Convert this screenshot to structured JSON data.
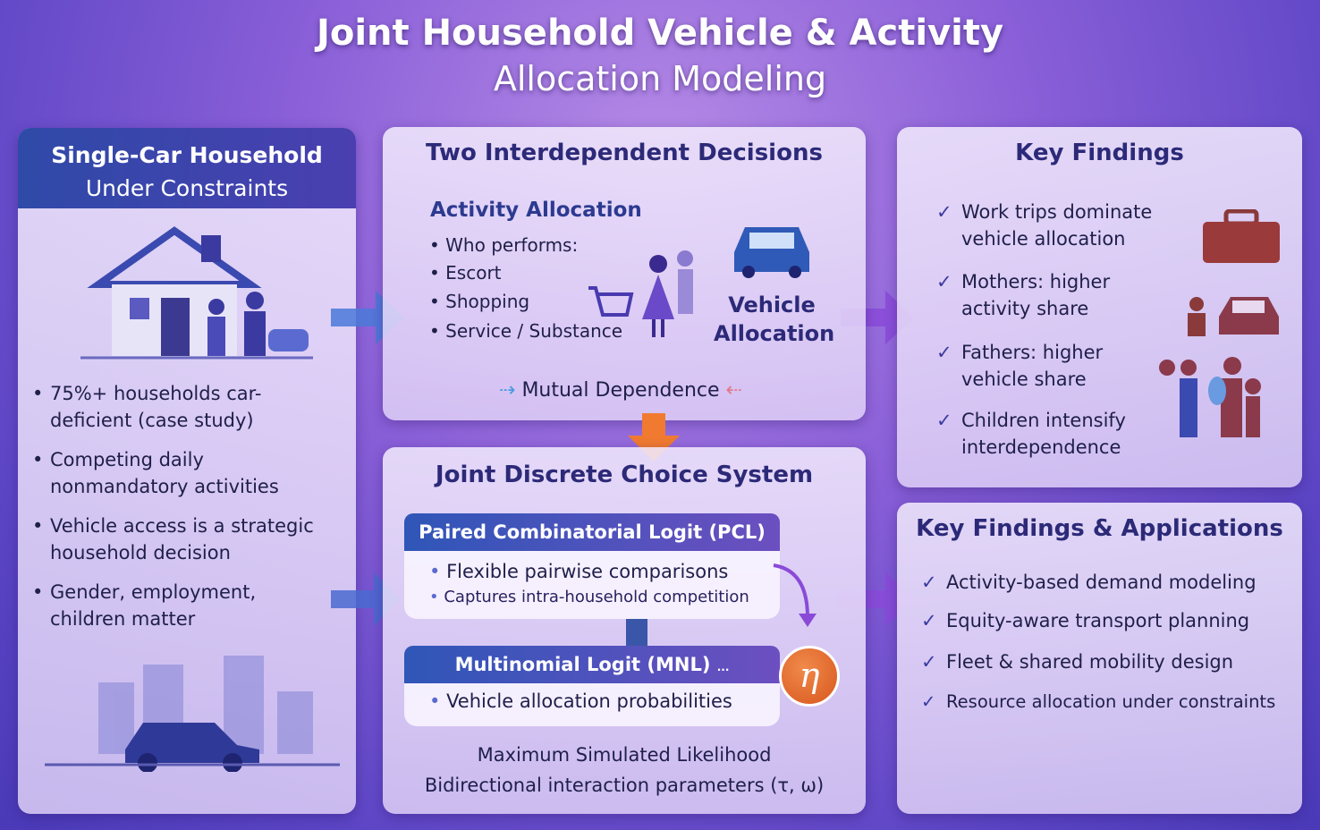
{
  "title": {
    "line1": "Joint Household Vehicle & Activity",
    "line2": "Allocation Modeling"
  },
  "left": {
    "header_line1": "Single-Car Household",
    "header_line2": "Under Constraints",
    "bullets": [
      "75%+ households car-deficient (case study)",
      "Competing daily nonmandatory activities",
      "Vehicle access is a strategic household decision",
      "Gender, employment, children matter"
    ]
  },
  "decisions": {
    "title": "Two Interdependent Decisions",
    "activity_title": "Activity Allocation",
    "activity_items": [
      "Who performs:",
      "Escort",
      "Shopping",
      "Service / Substance"
    ],
    "vehicle_line1": "Vehicle",
    "vehicle_line2": "Allocation",
    "mutual": "Mutual Dependence"
  },
  "system": {
    "title": "Joint Discrete Choice System",
    "pcl_title": "Paired Combinatorial Logit (PCL)",
    "pcl_items": [
      "Flexible pairwise comparisons",
      "Captures intra-household competition"
    ],
    "mnl_title": "Multinomial Logit (MNL)",
    "mnl_dots": "...",
    "mnl_items": [
      "Vehicle allocation probabilities"
    ],
    "eta_symbol": "η",
    "estimation": "Maximum Simulated Likelihood",
    "parameters": "Bidirectional interaction parameters (τ, ω)"
  },
  "findings": {
    "title": "Key Findings",
    "items": [
      {
        "line1": "Work trips dominate",
        "line2": "vehicle allocation"
      },
      {
        "line1": "Mothers: higher",
        "line2": "activity share"
      },
      {
        "line1": "Fathers: higher",
        "line2": "vehicle share"
      },
      {
        "line1": "Children intensify",
        "line2": "interdependence"
      }
    ]
  },
  "applications": {
    "title": "Key Findings & Applications",
    "items": [
      "Activity-based demand modeling",
      "Equity-aware transport planning",
      "Fleet & shared mobility design",
      "Resource allocation under constraints"
    ]
  },
  "check_glyph": "✓",
  "colors": {
    "accent_blue": "#2f4aa8",
    "accent_purple": "#6c4fc0",
    "eta_orange": "#e0662a"
  }
}
